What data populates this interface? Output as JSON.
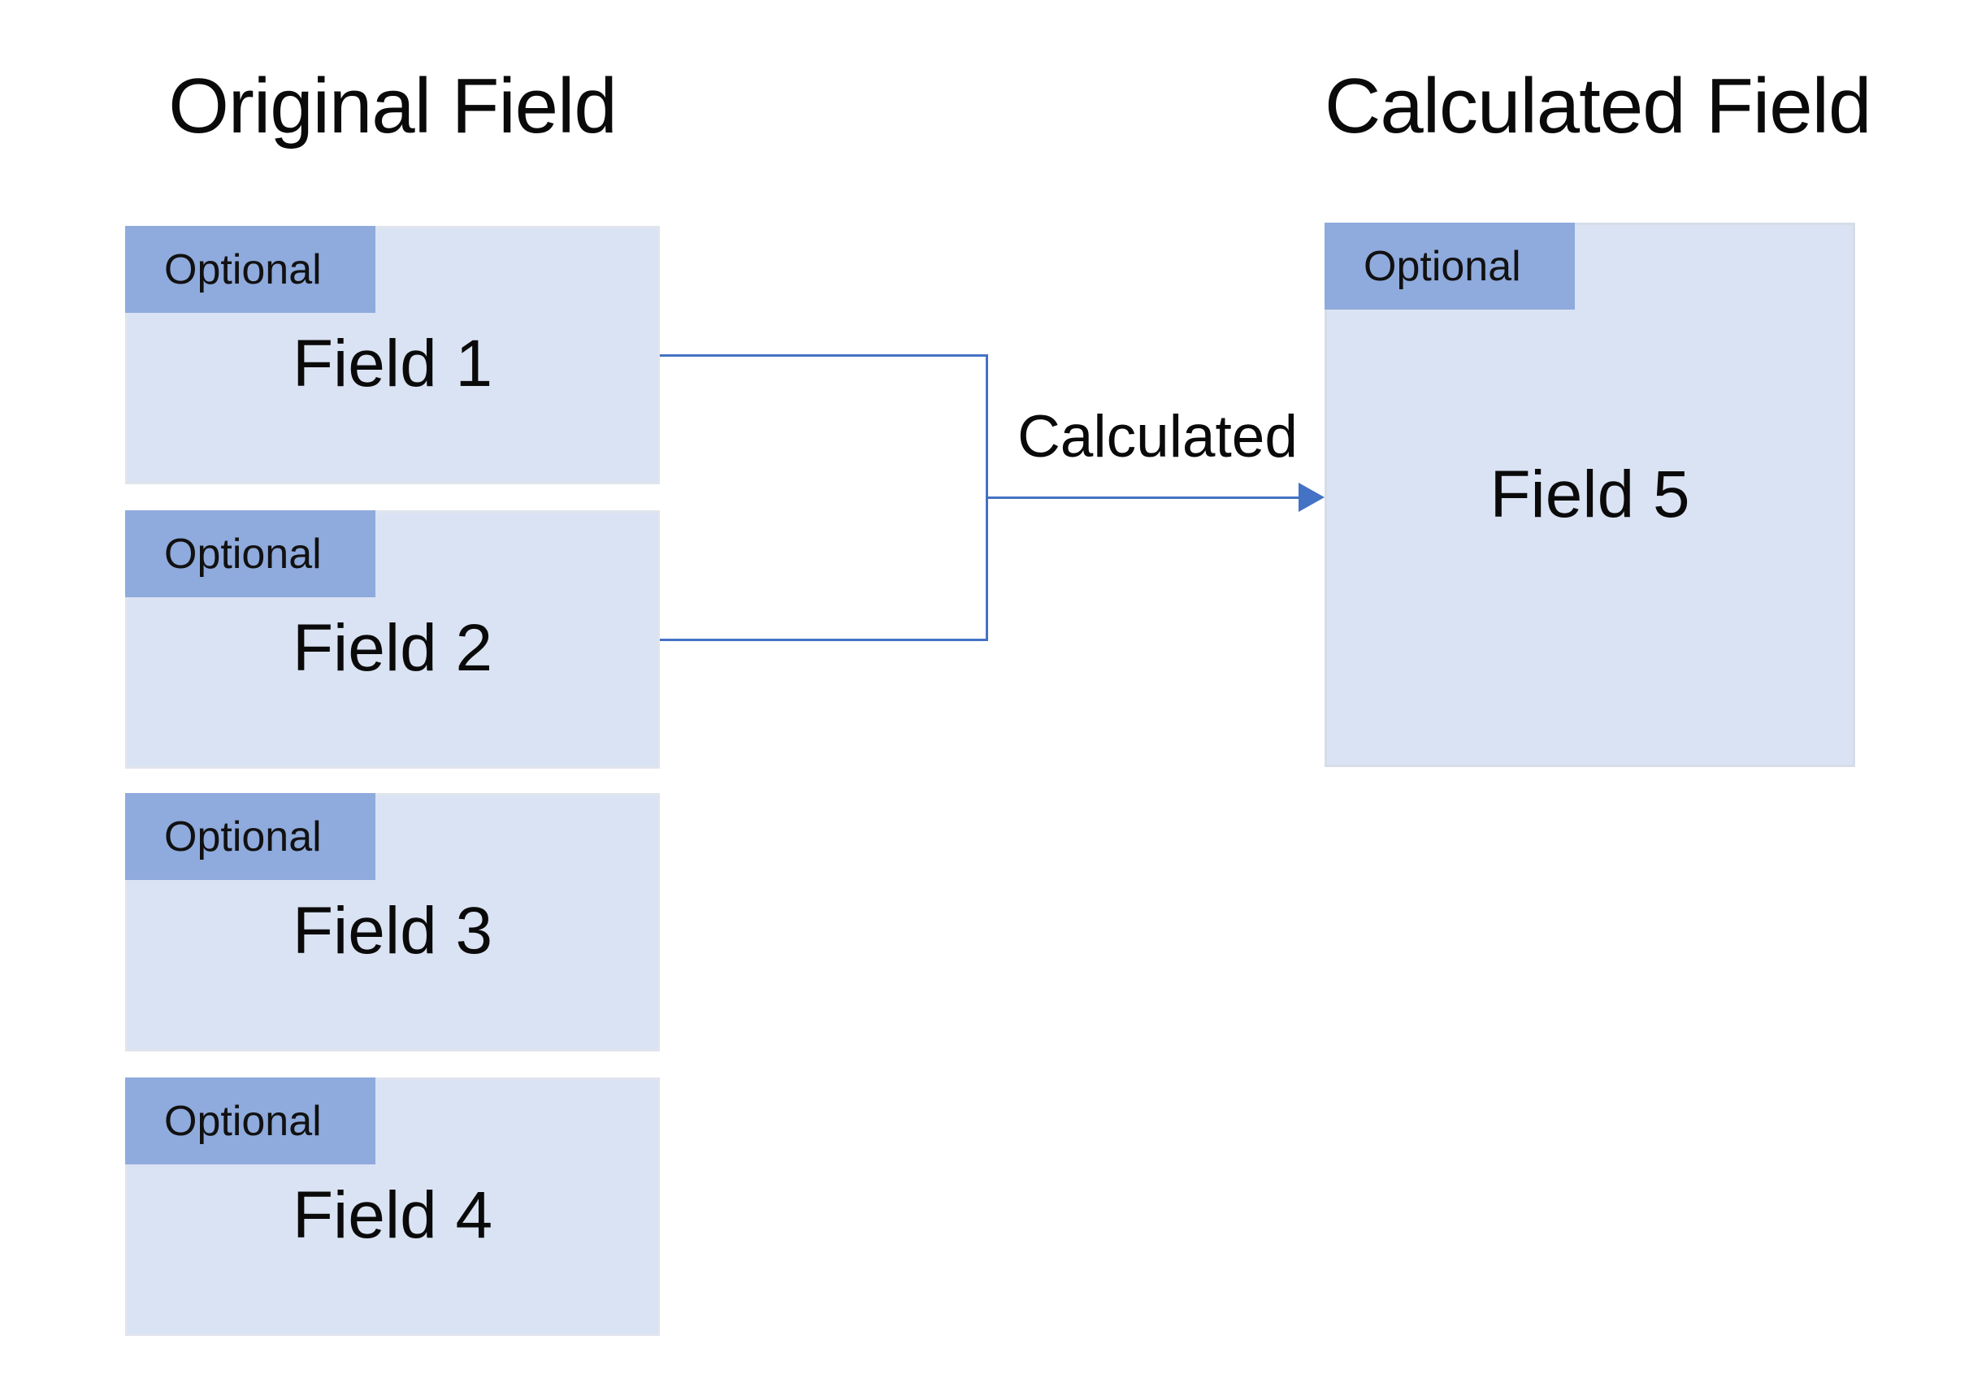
{
  "headers": {
    "left": "Original Field",
    "right": "Calculated Field"
  },
  "original_fields": [
    {
      "tag": "Optional",
      "label": "Field 1"
    },
    {
      "tag": "Optional",
      "label": "Field 2"
    },
    {
      "tag": "Optional",
      "label": "Field 3"
    },
    {
      "tag": "Optional",
      "label": "Field 4"
    }
  ],
  "calculated_field": {
    "tag": "Optional",
    "label": "Field 5"
  },
  "connector": {
    "label": "Calculated"
  },
  "colors": {
    "tag_fill": "#8FAADC",
    "box_fill": "#DAE3F3",
    "box_border": "#DCE1EB",
    "connector_blue": "#4472C4",
    "text": "#000000",
    "background": "#FFFFFF"
  }
}
